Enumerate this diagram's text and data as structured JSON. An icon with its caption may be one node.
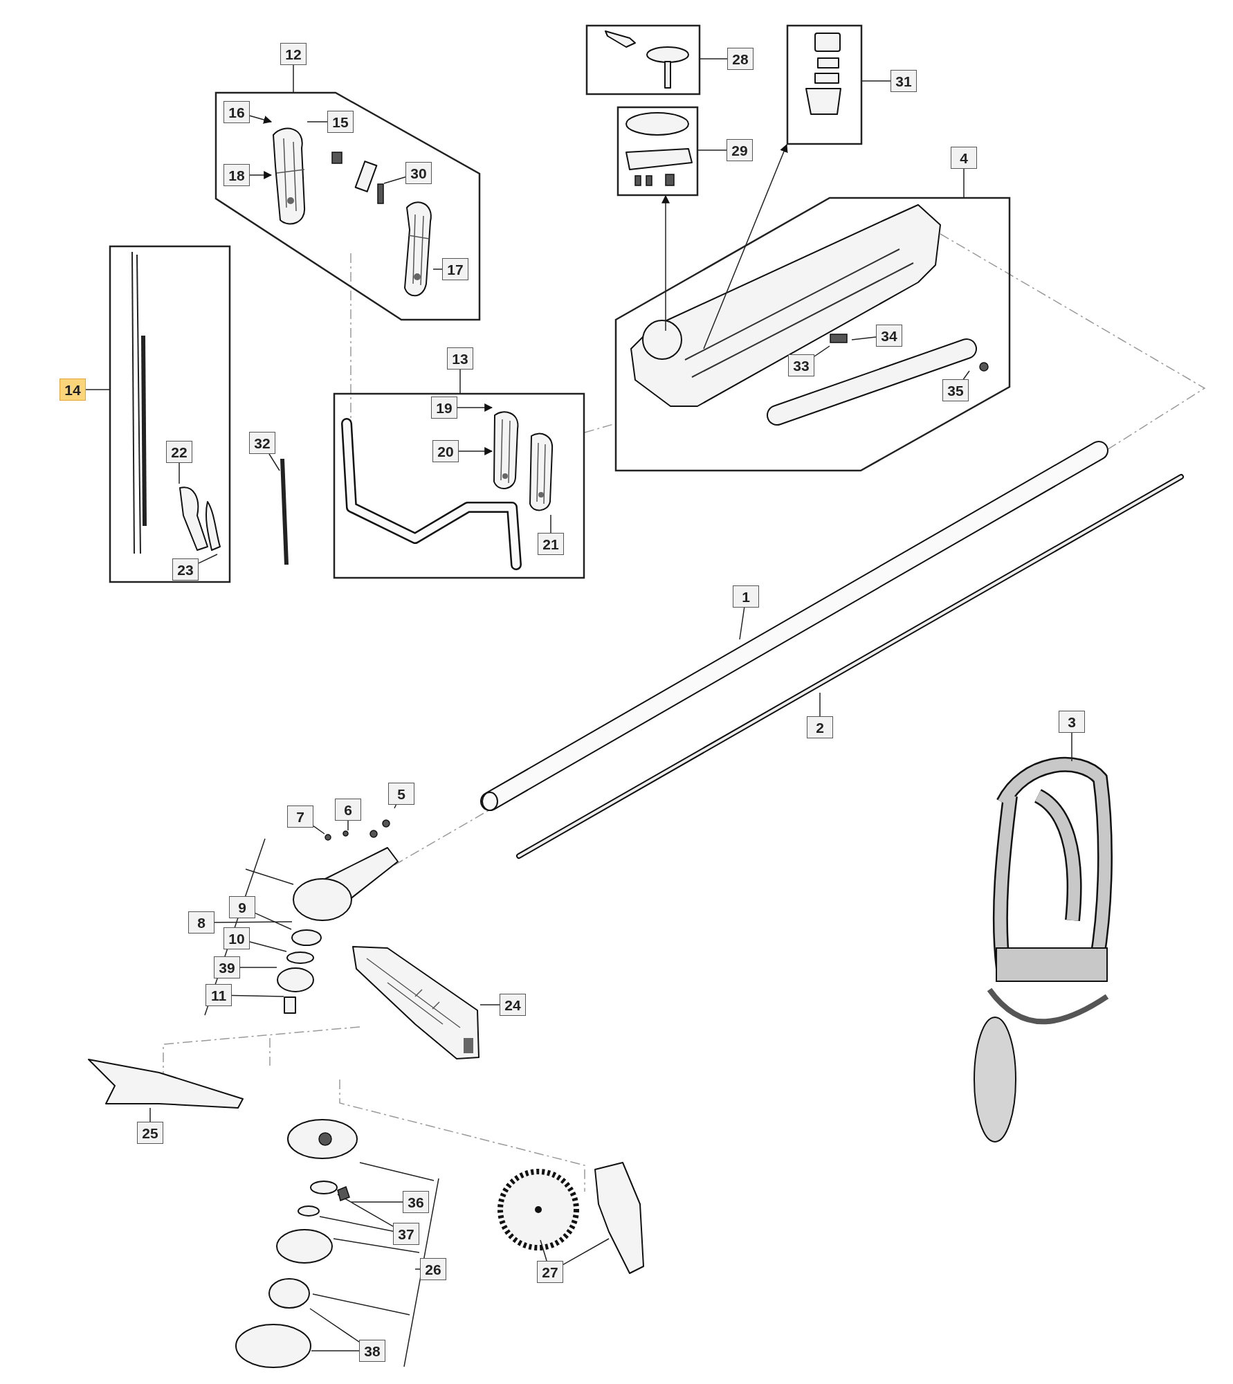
{
  "diagram": {
    "nodes": [
      {
        "text": [
          "12"
        ]
      },
      {
        "text": [],
        "shape": "box"
      },
      {
        "text": [
          "16"
        ],
        "in": 1
      },
      {
        "text": [
          "15"
        ],
        "in": 1
      },
      {
        "text": [
          "18"
        ],
        "in": 1
      },
      {
        "text": [
          "30"
        ],
        "in": 1
      },
      {
        "text": [
          "17"
        ],
        "in": 1
      },
      {
        "text": [],
        "shape": "box"
      },
      {
        "text": [
          "28"
        ]
      },
      {
        "text": [],
        "shape": "box"
      },
      {
        "text": [
          "31"
        ]
      },
      {
        "text": [],
        "shape": "box"
      },
      {
        "text": [
          "29"
        ]
      },
      {
        "text": [
          "4"
        ]
      },
      {
        "text": [],
        "shape": "box"
      },
      {
        "text": [
          "34"
        ],
        "in": 14
      },
      {
        "text": [
          "33"
        ],
        "in": 14
      },
      {
        "text": [
          "35"
        ],
        "in": 14
      },
      {
        "text": [
          "14"
        ]
      },
      {
        "text": [],
        "shape": "box"
      },
      {
        "text": [
          "22"
        ],
        "in": 19
      },
      {
        "text": [
          "23"
        ],
        "in": 19
      },
      {
        "text": [
          "13"
        ]
      },
      {
        "text": [],
        "shape": "box"
      },
      {
        "text": [
          "19"
        ],
        "in": 23
      },
      {
        "text": [
          "20"
        ],
        "in": 23
      },
      {
        "text": [
          "21"
        ],
        "in": 23
      },
      {
        "text": [
          "32"
        ]
      },
      {
        "text": [
          "1"
        ]
      },
      {
        "text": [
          "2"
        ]
      },
      {
        "text": [
          "3"
        ]
      },
      {
        "text": [
          "5"
        ]
      },
      {
        "text": [
          "6"
        ]
      },
      {
        "text": [
          "7"
        ]
      },
      {
        "text": [
          "8"
        ]
      },
      {
        "text": [
          "9"
        ]
      },
      {
        "text": [
          "10"
        ]
      },
      {
        "text": [
          "39"
        ]
      },
      {
        "text": [
          "11"
        ]
      },
      {
        "text": [
          "24"
        ]
      },
      {
        "text": [
          "25"
        ]
      },
      {
        "text": [
          "36"
        ]
      },
      {
        "text": [
          "37"
        ]
      },
      {
        "text": [
          "26"
        ]
      },
      {
        "text": [
          "27"
        ]
      },
      {
        "text": [
          "38"
        ]
      },
      {
        "text": [],
        "shape": "picture",
        "in": 1
      },
      {
        "text": [],
        "shape": "picture",
        "in": 1
      },
      {
        "text": [],
        "shape": "bar",
        "in": 1
      },
      {
        "text": [],
        "shape": "picture",
        "in": 23
      },
      {
        "text": [],
        "shape": "picture"
      },
      {
        "text": [],
        "shape": "circle"
      },
      {
        "text": [],
        "shape": "circle"
      },
      {
        "text": [],
        "shape": "circle"
      },
      {
        "text": [],
        "shape": "circle"
      },
      {
        "text": [],
        "shape": "box"
      },
      {
        "text": [],
        "shape": "picture"
      },
      {
        "text": [],
        "shape": "circle"
      },
      {
        "text": [],
        "shape": "circle"
      },
      {
        "text": [],
        "shape": "circle"
      },
      {
        "text": [],
        "shape": "circle"
      },
      {
        "text": [],
        "shape": "picture",
        "in": 23
      },
      {
        "text": [],
        "shape": "circle"
      },
      {
        "text": [],
        "shape": "picture"
      }
    ],
    "edges": [
      {
        "from": 0,
        "to": 1,
        "arrow": "none"
      },
      {
        "from": 2,
        "to": 46,
        "arrow": "to"
      },
      {
        "from": 3,
        "to": 46,
        "arrow": "none"
      },
      {
        "from": 4,
        "to": 46,
        "arrow": "to"
      },
      {
        "from": 5,
        "to": 48,
        "arrow": "none"
      },
      {
        "from": 6,
        "to": 47,
        "arrow": "none"
      },
      {
        "from": 8,
        "to": 7,
        "arrow": "none"
      },
      {
        "from": 10,
        "to": 9,
        "arrow": "none"
      },
      {
        "from": 12,
        "to": 11,
        "arrow": "none"
      },
      {
        "from": null,
        "to": 11,
        "arrow": "to"
      },
      {
        "from": null,
        "to": 9,
        "arrow": "to"
      },
      {
        "from": 13,
        "to": 14,
        "arrow": "none"
      },
      {
        "from": 15,
        "to": null,
        "arrow": "none"
      },
      {
        "from": 16,
        "to": null,
        "arrow": "none"
      },
      {
        "from": 17,
        "to": null,
        "arrow": "none"
      },
      {
        "from": 18,
        "to": 19,
        "arrow": "none"
      },
      {
        "from": 20,
        "to": null,
        "arrow": "none"
      },
      {
        "from": 21,
        "to": null,
        "arrow": "none"
      },
      {
        "from": 22,
        "to": 23,
        "arrow": "none"
      },
      {
        "from": 24,
        "to": 49,
        "arrow": "to"
      },
      {
        "from": 25,
        "to": 49,
        "arrow": "to"
      },
      {
        "from": 26,
        "to": 61,
        "arrow": "none"
      },
      {
        "from": 27,
        "to": null,
        "arrow": "none"
      },
      {
        "from": 28,
        "to": null,
        "arrow": "none"
      },
      {
        "from": 29,
        "to": null,
        "arrow": "none"
      },
      {
        "from": 30,
        "to": null,
        "arrow": "none"
      },
      {
        "from": 31,
        "to": null,
        "arrow": "none"
      },
      {
        "from": 32,
        "to": 62,
        "arrow": "none"
      },
      {
        "from": 33,
        "to": 51,
        "arrow": "none"
      },
      {
        "from": 34,
        "to": 50,
        "arrow": "none"
      },
      {
        "from": 35,
        "to": 52,
        "arrow": "none"
      },
      {
        "from": 36,
        "to": 53,
        "arrow": "none"
      },
      {
        "from": 37,
        "to": 54,
        "arrow": "none"
      },
      {
        "from": 38,
        "to": 55,
        "arrow": "none"
      },
      {
        "from": 39,
        "to": 63,
        "arrow": "none"
      },
      {
        "from": 40,
        "to": null,
        "arrow": "none"
      },
      {
        "from": 41,
        "to": 56,
        "arrow": "none"
      },
      {
        "from": 42,
        "to": 57,
        "arrow": "none"
      },
      {
        "from": 42,
        "to": 58,
        "arrow": "none"
      },
      {
        "from": 43,
        "to": null,
        "arrow": "none"
      },
      {
        "from": 44,
        "to": null,
        "arrow": "none"
      },
      {
        "from": 44,
        "to": null,
        "arrow": "none"
      },
      {
        "from": 45,
        "to": 59,
        "arrow": "none"
      },
      {
        "from": 45,
        "to": 60,
        "arrow": "none"
      }
    ]
  }
}
